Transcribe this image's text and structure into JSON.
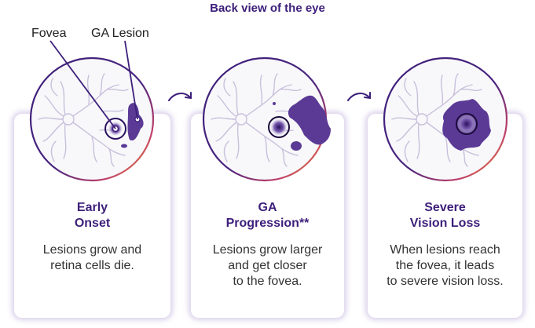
{
  "header": {
    "title": "Back view of the eye"
  },
  "labels": {
    "fovea": "Fovea",
    "ga_lesion": "GA Lesion"
  },
  "stages": [
    {
      "title": "Early\nOnset",
      "body": "Lesions grow and\nretina cells die."
    },
    {
      "title": "GA\nProgression**",
      "body": "Lesions grow larger\nand get closer\nto the fovea."
    },
    {
      "title": "Severe\nVision Loss",
      "body": "When lesions reach\nthe fovea, it leads\nto severe vision loss."
    }
  ],
  "colors": {
    "brand_purple": "#3d1f7a",
    "lesion_purple": "#5b3a96",
    "vessel": "#c9c0dc",
    "ring_orange": "#f0a020"
  }
}
